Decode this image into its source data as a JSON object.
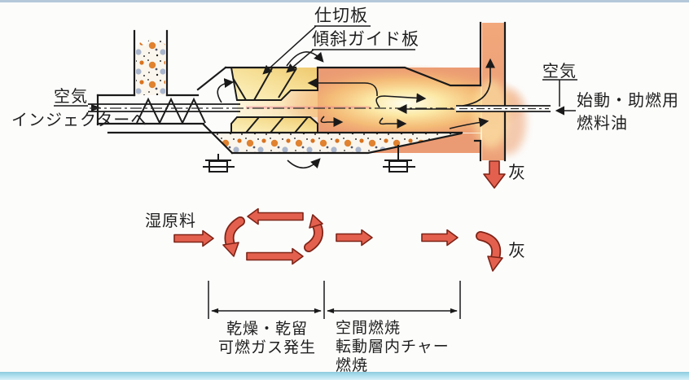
{
  "page": {
    "background": "#fcfcfb",
    "top_border_color": "#b4c8da",
    "bottom_strip_color": "#a9dced"
  },
  "colors": {
    "arrow_red": "#e4604e",
    "arrow_red_outline": "#7e2417",
    "flame_core": "#fffbe6",
    "flame_orange": "#eb9b73",
    "block_yellow": "#f5dc8a",
    "line_black": "#1a1a1a"
  },
  "labels": {
    "partition_plate": "仕切板",
    "inclined_guide_plate": "傾斜ガイド板",
    "air_left": "空気",
    "to_injector": "インジェクターへ",
    "air_right": "空気",
    "startup_fuel_line1": "始動・助燃用",
    "startup_fuel_line2": "燃料油",
    "ash_top": "灰",
    "wet_material": "湿原料",
    "ash_bottom": "灰",
    "zone1_line1": "乾燥・乾留",
    "zone1_line2": "可燃ガス発生",
    "zone2_line1": "空間燃焼",
    "zone2_line2": "転動層内チャー",
    "zone2_line3": "燃焼"
  }
}
